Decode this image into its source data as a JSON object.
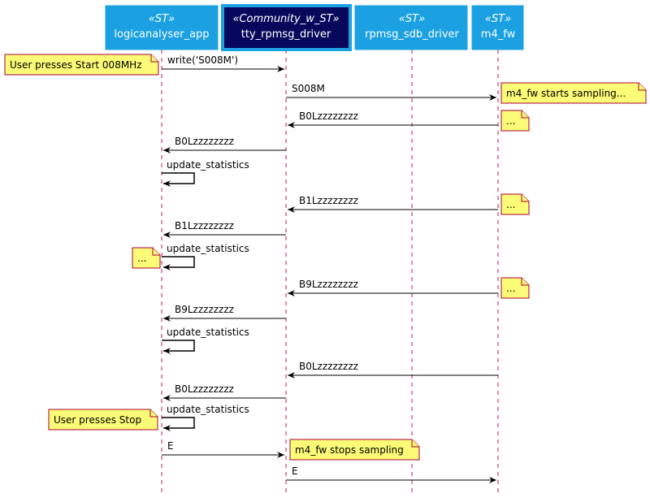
{
  "participants": [
    {
      "id": "app",
      "stereotype": "«ST»",
      "name": "logicanalyser_app",
      "highlight": false
    },
    {
      "id": "tty",
      "stereotype": "«Community_w_ST»",
      "name": "tty_rpmsg_driver",
      "highlight": true
    },
    {
      "id": "sdb",
      "stereotype": "«ST»",
      "name": "rpmsg_sdb_driver",
      "highlight": false
    },
    {
      "id": "m4",
      "stereotype": "«ST»",
      "name": "m4_fw",
      "highlight": false
    }
  ],
  "messages": [
    {
      "from": "app",
      "to": "tty",
      "label": "write('S008M')"
    },
    {
      "from": "tty",
      "to": "m4",
      "label": "S008M"
    },
    {
      "from": "m4",
      "to": "tty",
      "label": "B0Lzzzzzzzz"
    },
    {
      "from": "tty",
      "to": "app",
      "label": "B0Lzzzzzzzz"
    },
    {
      "from": "app",
      "to": "app",
      "label": "update_statistics"
    },
    {
      "from": "m4",
      "to": "tty",
      "label": "B1Lzzzzzzzz"
    },
    {
      "from": "tty",
      "to": "app",
      "label": "B1Lzzzzzzzz"
    },
    {
      "from": "app",
      "to": "app",
      "label": "update_statistics"
    },
    {
      "from": "m4",
      "to": "tty",
      "label": "B9Lzzzzzzzz"
    },
    {
      "from": "tty",
      "to": "app",
      "label": "B9Lzzzzzzzz"
    },
    {
      "from": "app",
      "to": "app",
      "label": "update_statistics"
    },
    {
      "from": "m4",
      "to": "tty",
      "label": "B0Lzzzzzzzz"
    },
    {
      "from": "tty",
      "to": "app",
      "label": "B0Lzzzzzzzz"
    },
    {
      "from": "app",
      "to": "app",
      "label": "update_statistics"
    },
    {
      "from": "app",
      "to": "tty",
      "label": "E"
    },
    {
      "from": "tty",
      "to": "m4",
      "label": "E"
    }
  ],
  "notes": [
    {
      "text": "User presses Start 008MHz"
    },
    {
      "text": "m4_fw starts sampling..."
    },
    {
      "text": "..."
    },
    {
      "text": "..."
    },
    {
      "text": "..."
    },
    {
      "text": "..."
    },
    {
      "text": "User presses Stop"
    },
    {
      "text": "m4_fw stops sampling"
    }
  ],
  "colors": {
    "participant_fill": "#1ba1e2",
    "participant_border": "#1ba1e2",
    "highlight_fill": "#07085c",
    "highlight_border": "#1ba1e2",
    "lifeline": "#c2185b",
    "note_fill": "#fbfb77",
    "note_border": "#a80036",
    "arrow": "#000000"
  }
}
